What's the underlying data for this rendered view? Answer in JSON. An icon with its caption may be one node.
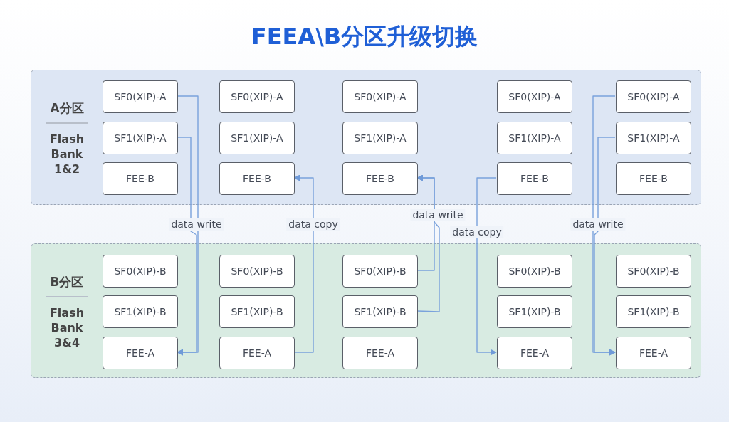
{
  "diagram": {
    "title": "FEEA\\B分区升级切换",
    "nodes": [
      {
        "text": [
          "A分区",
          "Flash Bank 1&2"
        ]
      },
      {
        "text": [
          "SF0(XIP)-A"
        ],
        "in": 0
      },
      {
        "text": [
          "SF0(XIP)-A"
        ],
        "in": 0
      },
      {
        "text": [
          "SF0(XIP)-A"
        ],
        "in": 0
      },
      {
        "text": [
          "SF0(XIP)-A"
        ],
        "in": 0
      },
      {
        "text": [
          "SF0(XIP)-A"
        ],
        "in": 0
      },
      {
        "text": [
          "SF1(XIP)-A"
        ],
        "in": 0
      },
      {
        "text": [
          "SF1(XIP)-A"
        ],
        "in": 0
      },
      {
        "text": [
          "SF1(XIP)-A"
        ],
        "in": 0
      },
      {
        "text": [
          "SF1(XIP)-A"
        ],
        "in": 0
      },
      {
        "text": [
          "SF1(XIP)-A"
        ],
        "in": 0
      },
      {
        "text": [
          "FEE-B"
        ],
        "in": 0
      },
      {
        "text": [
          "FEE-B"
        ],
        "in": 0
      },
      {
        "text": [
          "FEE-B"
        ],
        "in": 0
      },
      {
        "text": [
          "FEE-B"
        ],
        "in": 0
      },
      {
        "text": [
          "FEE-B"
        ],
        "in": 0
      },
      {
        "text": [
          "B分区",
          "Flash Bank 3&4"
        ]
      },
      {
        "text": [
          "SF0(XIP)-B"
        ],
        "in": 16
      },
      {
        "text": [
          "SF0(XIP)-B"
        ],
        "in": 16
      },
      {
        "text": [
          "SF0(XIP)-B"
        ],
        "in": 16
      },
      {
        "text": [
          "SF0(XIP)-B"
        ],
        "in": 16
      },
      {
        "text": [
          "SF0(XIP)-B"
        ],
        "in": 16
      },
      {
        "text": [
          "SF1(XIP)-B"
        ],
        "in": 16
      },
      {
        "text": [
          "SF1(XIP)-B"
        ],
        "in": 16
      },
      {
        "text": [
          "SF1(XIP)-B"
        ],
        "in": 16
      },
      {
        "text": [
          "SF1(XIP)-B"
        ],
        "in": 16
      },
      {
        "text": [
          "SF1(XIP)-B"
        ],
        "in": 16
      },
      {
        "text": [
          "FEE-A"
        ],
        "in": 16
      },
      {
        "text": [
          "FEE-A"
        ],
        "in": 16
      },
      {
        "text": [
          "FEE-A"
        ],
        "in": 16
      },
      {
        "text": [
          "FEE-A"
        ],
        "in": 16
      },
      {
        "text": [
          "FEE-A"
        ],
        "in": 16
      }
    ],
    "edges": [
      {
        "from": 1,
        "to": 27,
        "arrow": "to",
        "label": "data write"
      },
      {
        "from": 6,
        "to": 27,
        "arrow": "to"
      },
      {
        "from": 28,
        "to": 12,
        "arrow": "to",
        "label": "data copy"
      },
      {
        "from": 19,
        "to": 13,
        "arrow": "to",
        "label": "data write"
      },
      {
        "from": 24,
        "to": 13,
        "arrow": "to"
      },
      {
        "from": 14,
        "to": 30,
        "arrow": "to",
        "label": "data copy"
      },
      {
        "from": 5,
        "to": 31,
        "arrow": "to",
        "label": "data write"
      },
      {
        "from": 10,
        "to": 31,
        "arrow": "to"
      }
    ]
  }
}
